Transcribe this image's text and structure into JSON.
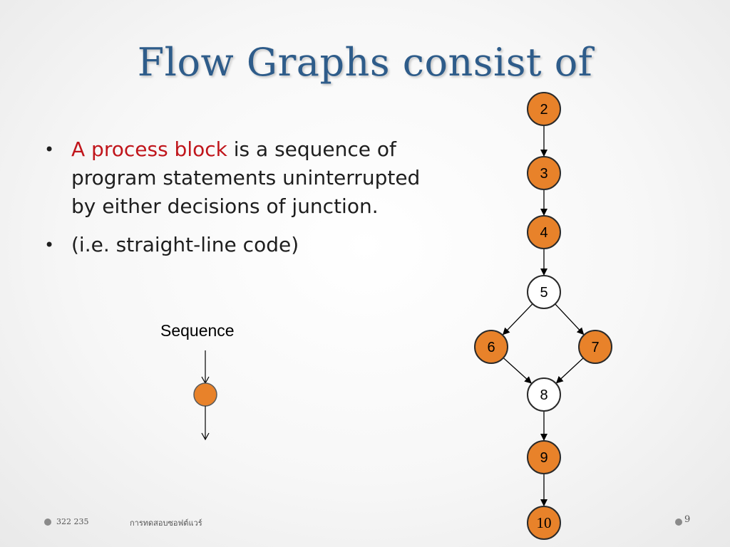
{
  "slide": {
    "title": "Flow Graphs consist of",
    "bullets": [
      {
        "highlight": "A process block",
        "text": " is a sequence of program statements uninterrupted by either decisions of junction."
      },
      {
        "highlight": "",
        "text": "(i.e. straight-line code)"
      }
    ],
    "bullet_glyph": "•"
  },
  "sequence_diagram": {
    "label": "Sequence"
  },
  "flow_graph": {
    "nodes": [
      {
        "id": "2",
        "label": "2",
        "fill": "orange"
      },
      {
        "id": "3",
        "label": "3",
        "fill": "orange"
      },
      {
        "id": "4",
        "label": "4",
        "fill": "orange"
      },
      {
        "id": "5",
        "label": "5",
        "fill": "white"
      },
      {
        "id": "6",
        "label": "6",
        "fill": "orange"
      },
      {
        "id": "7",
        "label": "7",
        "fill": "orange"
      },
      {
        "id": "8",
        "label": "8",
        "fill": "white"
      },
      {
        "id": "9",
        "label": "9",
        "fill": "orange"
      },
      {
        "id": "10",
        "label": "10",
        "fill": "orange"
      }
    ],
    "edges": [
      [
        "2",
        "3"
      ],
      [
        "3",
        "4"
      ],
      [
        "4",
        "5"
      ],
      [
        "5",
        "6"
      ],
      [
        "5",
        "7"
      ],
      [
        "6",
        "8"
      ],
      [
        "7",
        "8"
      ],
      [
        "8",
        "9"
      ],
      [
        "9",
        "10"
      ]
    ]
  },
  "footer": {
    "course_code": "322 235",
    "course_name": "การทดสอบซอฟต์แวร์",
    "page_number": "9"
  },
  "colors": {
    "title": "#2e5c8a",
    "highlight": "#c0151b",
    "node_orange": "#e8822a",
    "node_white": "#ffffff",
    "edge": "#000000"
  }
}
